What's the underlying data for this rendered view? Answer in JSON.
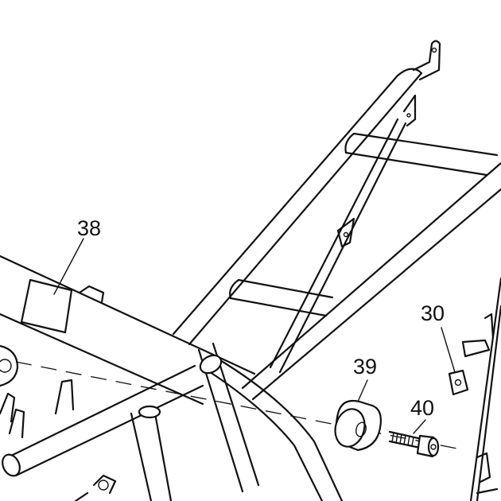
{
  "diagram": {
    "callouts": [
      {
        "id": "38",
        "label": "38",
        "part": "label"
      },
      {
        "id": "30",
        "label": "30",
        "part": "clip-nut"
      },
      {
        "id": "39",
        "label": "39",
        "part": "rubber-mount"
      },
      {
        "id": "40",
        "label": "40",
        "part": "bolt"
      }
    ]
  }
}
